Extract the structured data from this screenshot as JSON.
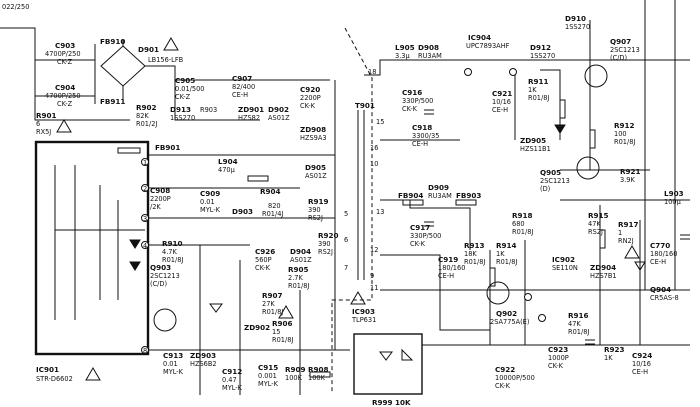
{
  "labels": [
    {
      "id": "top_left",
      "text": "022/250"
    },
    {
      "id": "c903",
      "text": "C903"
    },
    {
      "id": "c903v",
      "text": "4700P/250"
    },
    {
      "id": "c903t",
      "text": "CK-Z"
    },
    {
      "id": "c904",
      "text": "C904"
    },
    {
      "id": "c904v",
      "text": "4700P/250"
    },
    {
      "id": "c904t",
      "text": "CK-Z"
    },
    {
      "id": "fb910",
      "text": "FB910"
    },
    {
      "id": "fb911",
      "text": "FB911"
    },
    {
      "id": "d901",
      "text": "D901"
    },
    {
      "id": "d901t",
      "text": "LB156-LFB"
    },
    {
      "id": "c905",
      "text": "C905"
    },
    {
      "id": "c905v",
      "text": "0.01/500"
    },
    {
      "id": "c905t",
      "text": "CK-Z"
    },
    {
      "id": "c907",
      "text": "C907"
    },
    {
      "id": "c907v",
      "text": "82/400"
    },
    {
      "id": "c907t",
      "text": "CE-H"
    },
    {
      "id": "r901",
      "text": "R901"
    },
    {
      "id": "r901v",
      "text": "6"
    },
    {
      "id": "r901t",
      "text": "RX5J"
    },
    {
      "id": "r902",
      "text": "R902"
    },
    {
      "id": "r902v",
      "text": "82K"
    },
    {
      "id": "r902t",
      "text": "R01/2J"
    },
    {
      "id": "d913",
      "text": "D913"
    },
    {
      "id": "d913t",
      "text": "1SS270"
    },
    {
      "id": "r903",
      "text": "R903"
    },
    {
      "id": "d901b",
      "text": "ZD901"
    },
    {
      "id": "d901bt",
      "text": "HZS82"
    },
    {
      "id": "d902",
      "text": "D902"
    },
    {
      "id": "d902t",
      "text": "AS01Z"
    },
    {
      "id": "c920",
      "text": "C920"
    },
    {
      "id": "c920v",
      "text": "2200P"
    },
    {
      "id": "c920t",
      "text": "CK-K"
    },
    {
      "id": "zd908",
      "text": "ZD908"
    },
    {
      "id": "zd908t",
      "text": "HZS9A3"
    },
    {
      "id": "t901",
      "text": "T901"
    },
    {
      "id": "fb901",
      "text": "FB901"
    },
    {
      "id": "l904",
      "text": "L904"
    },
    {
      "id": "l904v",
      "text": "470μ"
    },
    {
      "id": "d905",
      "text": "D905"
    },
    {
      "id": "d905t",
      "text": "AS01Z"
    },
    {
      "id": "r904",
      "text": "R904"
    },
    {
      "id": "c908",
      "text": "C908"
    },
    {
      "id": "c908v",
      "text": "2200P"
    },
    {
      "id": "c908t",
      "text": "/2K"
    },
    {
      "id": "c909",
      "text": "C909"
    },
    {
      "id": "c909v",
      "text": "0.01"
    },
    {
      "id": "c909t",
      "text": "MYL-K"
    },
    {
      "id": "d903",
      "text": "D903"
    },
    {
      "id": "r920b",
      "text": "820"
    },
    {
      "id": "r920bt",
      "text": "R01/4J"
    },
    {
      "id": "r919",
      "text": "R919"
    },
    {
      "id": "r919v",
      "text": "390"
    },
    {
      "id": "r919t",
      "text": "RS2J"
    },
    {
      "id": "r920",
      "text": "R920"
    },
    {
      "id": "r920v",
      "text": "390"
    },
    {
      "id": "r920t",
      "text": "RS2J"
    },
    {
      "id": "r910",
      "text": "R910"
    },
    {
      "id": "r910v",
      "text": "4.7K"
    },
    {
      "id": "r910t",
      "text": "R01/8J"
    },
    {
      "id": "q903",
      "text": "Q903"
    },
    {
      "id": "q903t",
      "text": "2SC1213"
    },
    {
      "id": "q903c",
      "text": "(C/D)"
    },
    {
      "id": "c926",
      "text": "C926"
    },
    {
      "id": "c926v",
      "text": "560P"
    },
    {
      "id": "c926t",
      "text": "CK-K"
    },
    {
      "id": "d904",
      "text": "D904"
    },
    {
      "id": "d904t",
      "text": "AS01Z"
    },
    {
      "id": "r905",
      "text": "R905"
    },
    {
      "id": "r905v",
      "text": "2.7K"
    },
    {
      "id": "r905t",
      "text": "R01/8J"
    },
    {
      "id": "r907",
      "text": "R907"
    },
    {
      "id": "r907v",
      "text": "27K"
    },
    {
      "id": "r907t",
      "text": "R01/8J"
    },
    {
      "id": "r906",
      "text": "R906"
    },
    {
      "id": "r906v",
      "text": "15"
    },
    {
      "id": "r906t",
      "text": "R01/8J"
    },
    {
      "id": "ic901",
      "text": "IC901"
    },
    {
      "id": "ic901t",
      "text": "STR-D6602"
    },
    {
      "id": "c913",
      "text": "C913"
    },
    {
      "id": "c913v",
      "text": "0.01"
    },
    {
      "id": "c913t",
      "text": "MYL-K"
    },
    {
      "id": "zd903",
      "text": "ZD903"
    },
    {
      "id": "zd903t",
      "text": "HZS6B2"
    },
    {
      "id": "c912",
      "text": "C912"
    },
    {
      "id": "c912v",
      "text": "0.47"
    },
    {
      "id": "c912t",
      "text": "MYL-K"
    },
    {
      "id": "zd902",
      "text": "ZD902"
    },
    {
      "id": "c915",
      "text": "C915"
    },
    {
      "id": "c915v",
      "text": "0.001"
    },
    {
      "id": "c915t",
      "text": "MYL-K"
    },
    {
      "id": "r908",
      "text": "R908"
    },
    {
      "id": "r908v",
      "text": "100K"
    },
    {
      "id": "r909",
      "text": "R909"
    },
    {
      "id": "r909v",
      "text": "100K"
    },
    {
      "id": "ic903",
      "text": "IC903"
    },
    {
      "id": "ic903t",
      "text": "TLP631"
    },
    {
      "id": "r999",
      "text": "R999 10K"
    },
    {
      "id": "l905",
      "text": "L905"
    },
    {
      "id": "l905v",
      "text": "3.3μ"
    },
    {
      "id": "d908",
      "text": "D908"
    },
    {
      "id": "d908t",
      "text": "RU3AM"
    },
    {
      "id": "ic904",
      "text": "IC904"
    },
    {
      "id": "ic904t",
      "text": "UPC7893AHF"
    },
    {
      "id": "d910",
      "text": "D910"
    },
    {
      "id": "d910t",
      "text": "1SS270"
    },
    {
      "id": "d912",
      "text": "D912"
    },
    {
      "id": "d912t",
      "text": "1SS270"
    },
    {
      "id": "q907",
      "text": "Q907"
    },
    {
      "id": "q907t",
      "text": "2SC1213"
    },
    {
      "id": "q907c",
      "text": "(C/D)"
    },
    {
      "id": "c916",
      "text": "C916"
    },
    {
      "id": "c916v",
      "text": "330P/500"
    },
    {
      "id": "c916t",
      "text": "CK-K"
    },
    {
      "id": "c921",
      "text": "C921"
    },
    {
      "id": "c921v",
      "text": "10/16"
    },
    {
      "id": "c921t",
      "text": "CE-H"
    },
    {
      "id": "r911",
      "text": "R911"
    },
    {
      "id": "r911v",
      "text": "1K"
    },
    {
      "id": "r911t",
      "text": "R01/8J"
    },
    {
      "id": "c918",
      "text": "C918"
    },
    {
      "id": "c918v",
      "text": "3300/35"
    },
    {
      "id": "c918t",
      "text": "CE-H"
    },
    {
      "id": "zd905",
      "text": "ZD905"
    },
    {
      "id": "zd905t",
      "text": "HZS11B1"
    },
    {
      "id": "r912",
      "text": "R912"
    },
    {
      "id": "r912v",
      "text": "100"
    },
    {
      "id": "r912t",
      "text": "R01/8J"
    },
    {
      "id": "q905",
      "text": "Q905"
    },
    {
      "id": "q905t",
      "text": "2SC1213"
    },
    {
      "id": "q905c",
      "text": "(D)"
    },
    {
      "id": "r921",
      "text": "R921"
    },
    {
      "id": "r921v",
      "text": "3.9K"
    },
    {
      "id": "l903",
      "text": "L903"
    },
    {
      "id": "l903v",
      "text": "100μ"
    },
    {
      "id": "d909",
      "text": "D909"
    },
    {
      "id": "fb904",
      "text": "FB904"
    },
    {
      "id": "d909t",
      "text": "RU3AM"
    },
    {
      "id": "fb903",
      "text": "FB903"
    },
    {
      "id": "c917",
      "text": "C917"
    },
    {
      "id": "c917v",
      "text": "330P/500"
    },
    {
      "id": "c917t",
      "text": "CK-K"
    },
    {
      "id": "r918",
      "text": "R918"
    },
    {
      "id": "r918v",
      "text": "680"
    },
    {
      "id": "r918t",
      "text": "R01/8J"
    },
    {
      "id": "r915",
      "text": "R915"
    },
    {
      "id": "r915v",
      "text": "47K"
    },
    {
      "id": "r915t",
      "text": "RS2J"
    },
    {
      "id": "r917",
      "text": "R917"
    },
    {
      "id": "r917v",
      "text": "1"
    },
    {
      "id": "r917t",
      "text": "RN2J"
    },
    {
      "id": "c770",
      "text": "C770"
    },
    {
      "id": "c770v",
      "text": "180/160"
    },
    {
      "id": "c770t",
      "text": "CE-H"
    },
    {
      "id": "c919",
      "text": "C919"
    },
    {
      "id": "c919v",
      "text": "180/160"
    },
    {
      "id": "c919t",
      "text": "CE-H"
    },
    {
      "id": "r913",
      "text": "R913"
    },
    {
      "id": "r913v",
      "text": "18K"
    },
    {
      "id": "r913t",
      "text": "R01/8J"
    },
    {
      "id": "r914",
      "text": "R914"
    },
    {
      "id": "r914v",
      "text": "1K"
    },
    {
      "id": "r914t",
      "text": "R01/8J"
    },
    {
      "id": "ic902",
      "text": "IC902"
    },
    {
      "id": "ic902t",
      "text": "SE110N"
    },
    {
      "id": "zd904",
      "text": "ZD904"
    },
    {
      "id": "zd904t",
      "text": "HZS7B1"
    },
    {
      "id": "q904",
      "text": "Q904"
    },
    {
      "id": "q904t",
      "text": "CR5AS-8"
    },
    {
      "id": "q902",
      "text": "Q902"
    },
    {
      "id": "q902t",
      "text": "2SA775A(E)"
    },
    {
      "id": "c923",
      "text": "C923"
    },
    {
      "id": "c923v",
      "text": "1000P"
    },
    {
      "id": "c923t",
      "text": "CK-K"
    },
    {
      "id": "r916",
      "text": "R916"
    },
    {
      "id": "r916v",
      "text": "47K"
    },
    {
      "id": "r916t",
      "text": "R01/8J"
    },
    {
      "id": "c922",
      "text": "C922"
    },
    {
      "id": "c922v",
      "text": "10000P/500"
    },
    {
      "id": "c922t",
      "text": "CK-K"
    },
    {
      "id": "r923",
      "text": "R923"
    },
    {
      "id": "r923v",
      "text": "1K"
    },
    {
      "id": "c924",
      "text": "C924"
    },
    {
      "id": "c924v",
      "text": "10/16"
    },
    {
      "id": "c924t",
      "text": "CE-H"
    },
    {
      "id": "pin1",
      "text": "1"
    },
    {
      "id": "pin2",
      "text": "2"
    },
    {
      "id": "pin3",
      "text": "3"
    },
    {
      "id": "pin4",
      "text": "4"
    },
    {
      "id": "pin5",
      "text": "5"
    },
    {
      "id": "pin6",
      "text": "6"
    },
    {
      "id": "pin7",
      "text": "7"
    },
    {
      "id": "pin8",
      "text": "8"
    },
    {
      "id": "pin9",
      "text": "9"
    },
    {
      "id": "pin10",
      "text": "10"
    },
    {
      "id": "pin11",
      "text": "11"
    },
    {
      "id": "pin12",
      "text": "12"
    },
    {
      "id": "pin13",
      "text": "13"
    },
    {
      "id": "pin15",
      "text": "15"
    },
    {
      "id": "pin16",
      "text": "16"
    },
    {
      "id": "pin18",
      "text": "18"
    }
  ]
}
